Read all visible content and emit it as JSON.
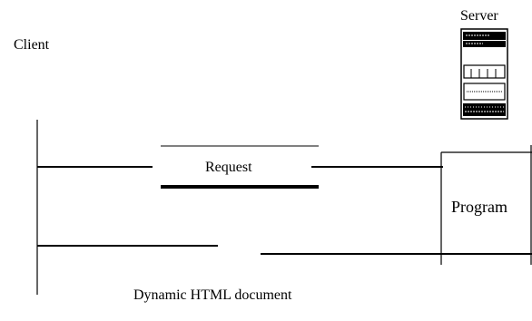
{
  "labels": {
    "client": "Client",
    "server": "Server",
    "request": "Request",
    "program": "Program",
    "response": "Dynamic HTML document"
  },
  "icons": {
    "server": "server-tower-icon"
  }
}
